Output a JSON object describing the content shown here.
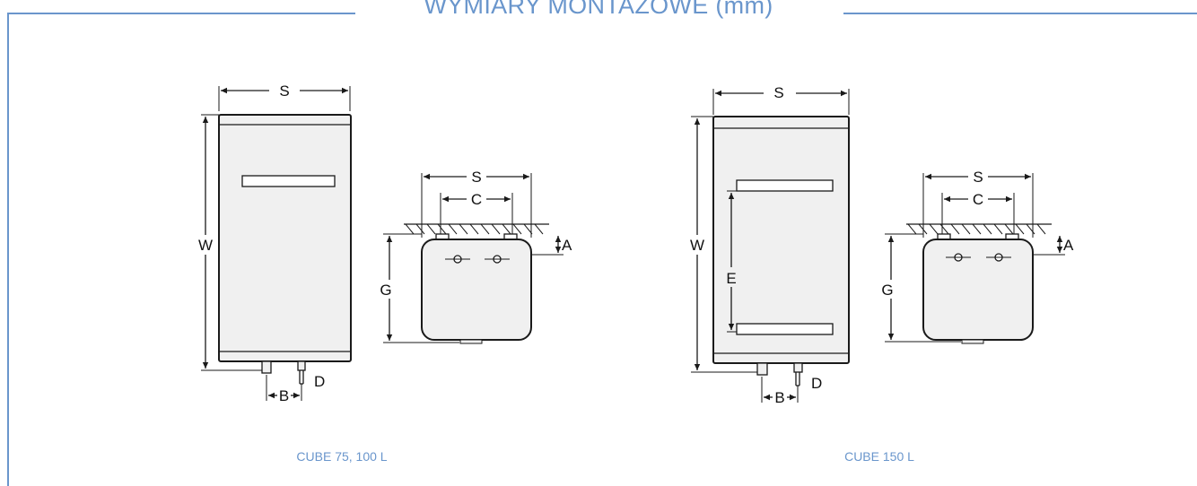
{
  "title": "WYMIARY MONTAŻOWE (mm)",
  "colors": {
    "accent": "#6a96cc",
    "stroke": "#1a1a1a",
    "fill": "#f0f0f0"
  },
  "dimension_labels": {
    "S": "S",
    "W": "W",
    "B": "B",
    "D": "D",
    "C": "C",
    "A": "A",
    "G": "G",
    "E": "E"
  },
  "models": [
    {
      "caption": "CUBE 75, 100 L"
    },
    {
      "caption": "CUBE 150 L"
    }
  ]
}
